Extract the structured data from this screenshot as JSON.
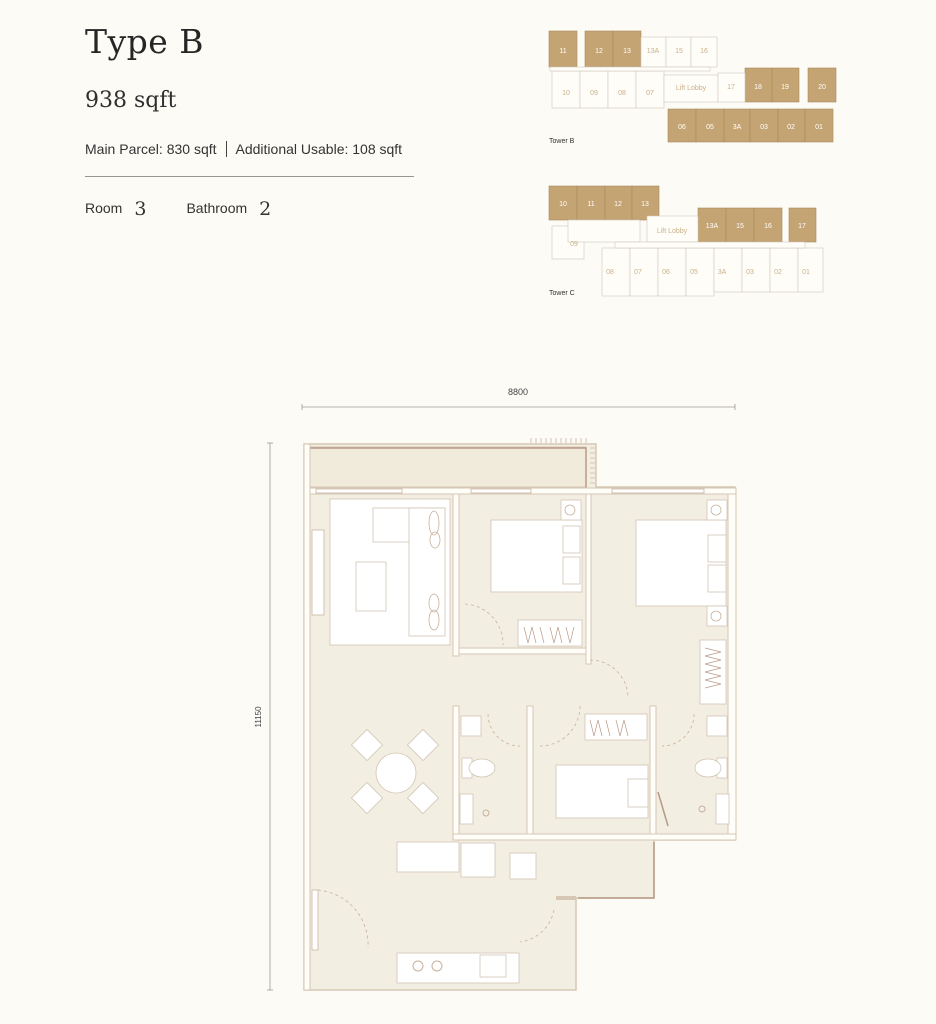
{
  "header": {
    "title": "Type B",
    "area": "938 sqft",
    "main_parcel": "Main Parcel: 830 sqft",
    "additional_usable": "Additional Usable: 108 sqft",
    "room_label": "Room",
    "room_count": "3",
    "bathroom_label": "Bathroom",
    "bathroom_count": "2"
  },
  "colors": {
    "background": "#fdfbf6",
    "highlight_unit": "#c4a473",
    "floor_fill": "#f3eee2",
    "wall_line": "#d6c7b4",
    "accent_line": "#b89a86"
  },
  "key_plans": {
    "tower_b": {
      "label": "Tower B",
      "lobby": "Lift Lobby",
      "units_top": [
        "11",
        "12",
        "13",
        "13A",
        "15",
        "16"
      ],
      "units_mid": [
        "10",
        "09",
        "08",
        "07",
        "17",
        "18",
        "19",
        "20"
      ],
      "units_bottom": [
        "06",
        "05",
        "3A",
        "03",
        "02",
        "01"
      ],
      "highlighted": [
        "11",
        "12",
        "13",
        "18",
        "19",
        "20",
        "06",
        "05",
        "3A",
        "03",
        "02",
        "01"
      ]
    },
    "tower_c": {
      "label": "Tower C",
      "lobby": "Lift Lobby",
      "units_top": [
        "10",
        "11",
        "12",
        "13",
        "13A",
        "15",
        "16",
        "17"
      ],
      "units_mid": [
        "09"
      ],
      "units_bottom": [
        "08",
        "07",
        "06",
        "05",
        "3A",
        "03",
        "02",
        "01"
      ],
      "highlighted": [
        "10",
        "11",
        "12",
        "13",
        "13A",
        "15",
        "16",
        "17"
      ]
    }
  },
  "floor_plan": {
    "width_dimension": "8800",
    "height_dimension": "11150"
  }
}
